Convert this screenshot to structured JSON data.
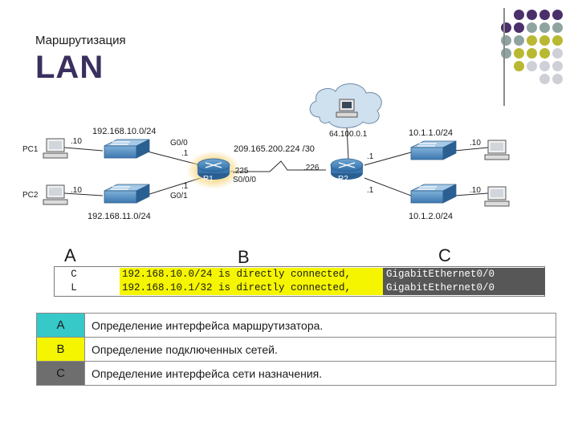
{
  "header": {
    "subtitle": "Маршрутизация",
    "title": "LAN"
  },
  "decor_dots": [
    [
      "#4a2f6b",
      "#4a2f6b",
      "#4a2f6b",
      "#4a2f6b"
    ],
    [
      "#4a2f6b",
      "#4a2f6b",
      "#8fa4a0",
      "#8fa4a0",
      "#8fa4a0"
    ],
    [
      "#8fa4a0",
      "#8fa4a0",
      "#b8b832",
      "#b8b832",
      "#b8b832"
    ],
    [
      "#8fa4a0",
      "#b8b832",
      "#b8b832",
      "#b8b832",
      "#cfcfd8"
    ],
    [
      "#b8b832",
      "#cfcfd8",
      "#cfcfd8",
      "#cfcfd8"
    ],
    [
      "#cfcfd8",
      "#cfcfd8"
    ]
  ],
  "topology": {
    "pc1": {
      "name": "PC1",
      "host": ".10"
    },
    "pc2": {
      "name": "PC2",
      "host": ".10"
    },
    "net_top_left": "192.168.10.0/24",
    "net_bottom_left": "192.168.11.0/24",
    "r1": {
      "name": "R1",
      "g00": "G0/0",
      "g00_ip": ".1",
      "g01": "G0/1",
      "g01_ip": ".1",
      "s_ip": ".225",
      "s_if": "S0/0/0"
    },
    "wan": "209.165.200.224 /30",
    "r2": {
      "name": "R2",
      "s_ip": ".226",
      "top_ip": ".1",
      "bottom_ip": ".1"
    },
    "internet": "64.100.0.1",
    "net_top_right": "10.1.1.0/24",
    "net_bottom_right": "10.1.2.0/24",
    "pc_tr_host": ".10",
    "pc_br_host": ".10"
  },
  "route_table": {
    "col_a": "A",
    "col_b": "B",
    "col_c": "C",
    "rows": [
      {
        "code": "C",
        "network": "192.168.10.0/24 is directly connected,",
        "iface": "GigabitEthernet0/0"
      },
      {
        "code": "L",
        "network": "192.168.10.1/32 is directly connected,",
        "iface": "GigabitEthernet0/0"
      }
    ]
  },
  "legend": [
    {
      "key": "A",
      "text": "Определение интерфейса маршрутизатора.",
      "color": "#37c8c8"
    },
    {
      "key": "B",
      "text": "Определение подключенных сетей.",
      "color": "#f5f500"
    },
    {
      "key": "C",
      "text": "Определение интерфейса сети назначения.",
      "color": "#6e6e6e"
    }
  ]
}
